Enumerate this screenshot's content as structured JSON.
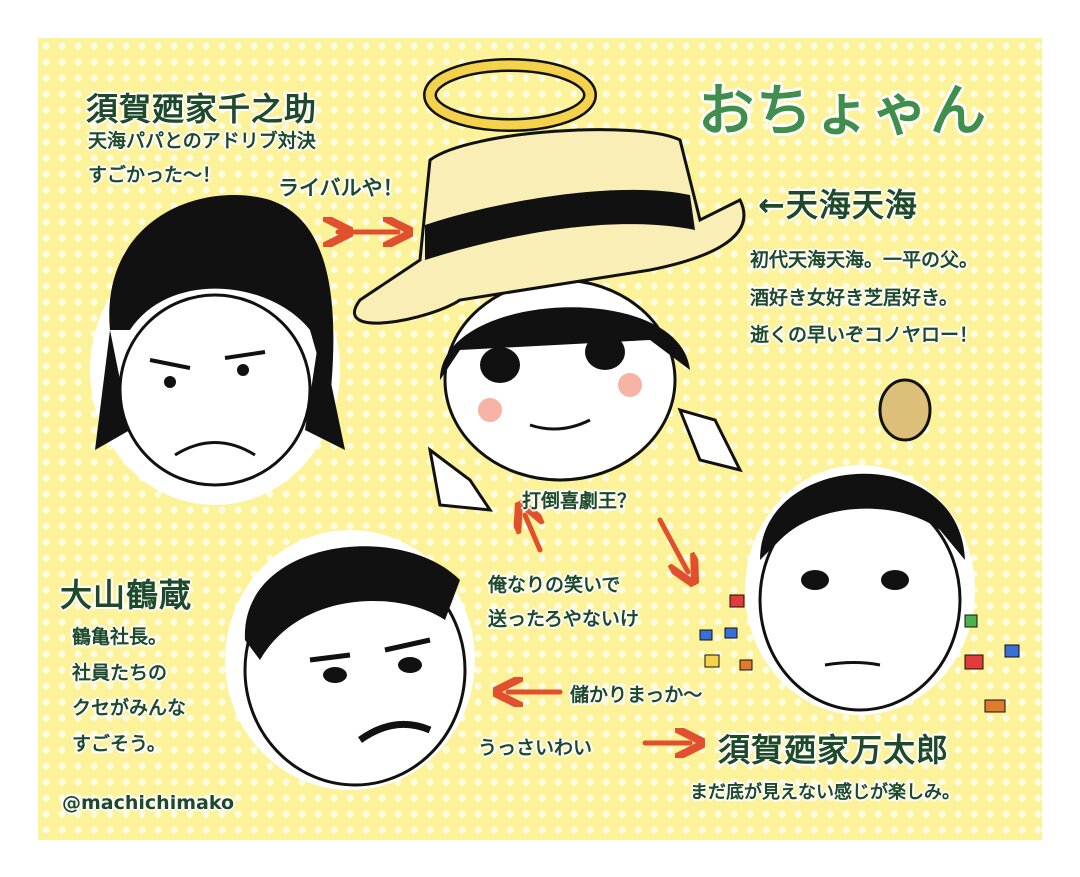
{
  "title": "おちょゃん",
  "credit": "@machichimako",
  "colors": {
    "background": "#fbf29a",
    "title_green": "#3f8e4c",
    "text_green": "#1e4a2a",
    "arrow": "#e0502e"
  },
  "characters": {
    "sennosuke": {
      "name": "須賀廼家千之助",
      "lines": [
        "天海パパとのアドリブ対決",
        "すごかった〜！"
      ]
    },
    "tenkai": {
      "name": "←天海天海",
      "lines": [
        "初代天海天海。一平の父。",
        "酒好き女好き芝居好き。",
        "逝くの早いぞコノヤロー！"
      ]
    },
    "tsuruzo": {
      "name": "大山鶴蔵",
      "lines": [
        "鶴亀社長。",
        "社員たちの",
        "クセがみんな",
        "すごそう。"
      ]
    },
    "mantaro": {
      "name": "須賀廼家万太郎",
      "lines": [
        "まだ底が見えない感じが楽しみ。"
      ]
    }
  },
  "relations": {
    "rival": "ライバルや！",
    "datou": "打倒喜劇王？",
    "ore_line1": "俺なりの笑いで",
    "ore_line2": "送ったろやないけ",
    "moukari": "儲かりまっか〜",
    "ussai": "うっさいわい"
  }
}
